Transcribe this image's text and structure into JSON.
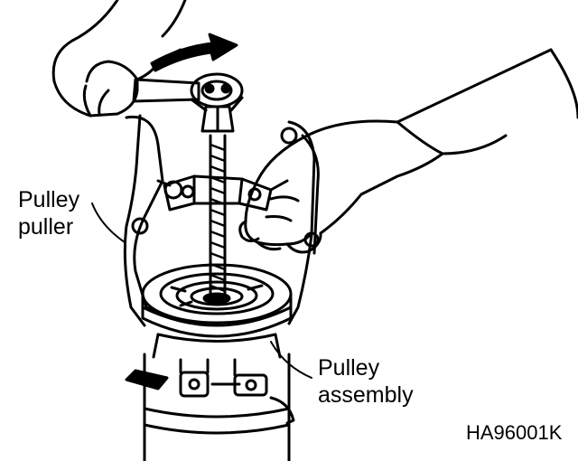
{
  "labels": {
    "pulley_puller": [
      "Pulley",
      "puller"
    ],
    "pulley_assembly": [
      "Pulley",
      "assembly"
    ]
  },
  "figure_id": "HA96001K",
  "colors": {
    "ink": "#000000",
    "paper": "#ffffff"
  },
  "icons": [
    "rotation-arrow-icon"
  ]
}
